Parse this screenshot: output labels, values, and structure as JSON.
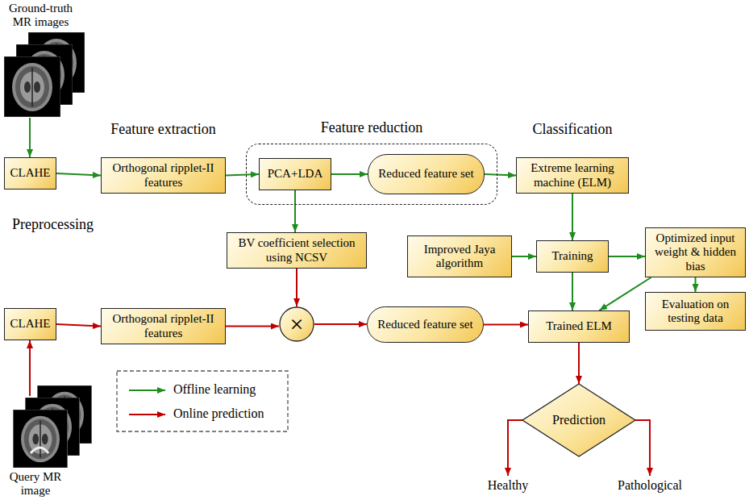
{
  "diagram": {
    "nodes": [
      {
        "text": [
          "CLAHE"
        ]
      },
      {
        "text": [
          "Orthogonal ripplet-II features"
        ]
      },
      {
        "text": [
          "Feature reduction"
        ]
      },
      {
        "text": [
          "PCA+LDA"
        ],
        "in": 2
      },
      {
        "text": [
          "Reduced feature set"
        ],
        "in": 2
      },
      {
        "text": [
          "Extreme learning machine (ELM)"
        ]
      },
      {
        "text": [
          "BV coefficient selection using NCSV"
        ]
      },
      {
        "text": [
          "Improved Jaya algorithm"
        ]
      },
      {
        "text": [
          "Training"
        ]
      },
      {
        "text": [
          "Optimized input weight & hidden bias"
        ]
      },
      {
        "text": [
          "CLAHE"
        ]
      },
      {
        "text": [
          "Orthogonal ripplet-II features"
        ]
      },
      {
        "text": [
          "×"
        ]
      },
      {
        "text": [
          "Reduced feature set"
        ]
      },
      {
        "text": [
          "Trained ELM"
        ]
      },
      {
        "text": [
          "Evaluation on testing data"
        ]
      },
      {
        "text": [
          "Prediction"
        ]
      }
    ],
    "edges": [
      {
        "from": 0,
        "to": 1,
        "arrow": "to"
      },
      {
        "from": 1,
        "to": 3,
        "arrow": "to"
      },
      {
        "from": 3,
        "to": 4,
        "arrow": "to"
      },
      {
        "from": 4,
        "to": 5,
        "arrow": "to"
      },
      {
        "from": 3,
        "to": 6,
        "arrow": "to"
      },
      {
        "from": 5,
        "to": 8,
        "arrow": "to"
      },
      {
        "from": 7,
        "to": 8,
        "arrow": "to"
      },
      {
        "from": 8,
        "to": 9,
        "arrow": "to"
      },
      {
        "from": 8,
        "to": 14,
        "arrow": "to"
      },
      {
        "from": 9,
        "to": 14,
        "arrow": "to"
      },
      {
        "from": 9,
        "to": 15,
        "arrow": "to"
      },
      {
        "from": 6,
        "to": 12,
        "arrow": "to"
      },
      {
        "from": 10,
        "to": 11,
        "arrow": "to"
      },
      {
        "from": 11,
        "to": 12,
        "arrow": "to"
      },
      {
        "from": 12,
        "to": 13,
        "arrow": "to"
      },
      {
        "from": 13,
        "to": 14,
        "arrow": "to"
      },
      {
        "from": 14,
        "to": 16,
        "arrow": "to"
      }
    ],
    "labels": [
      "Ground-truth MR images",
      "Feature extraction",
      "Classification",
      "Preprocessing",
      "Healthy",
      "Pathological",
      "Query MR image"
    ],
    "legend": [
      {
        "text": "Offline learning"
      },
      {
        "text": "Online prediction"
      }
    ]
  }
}
